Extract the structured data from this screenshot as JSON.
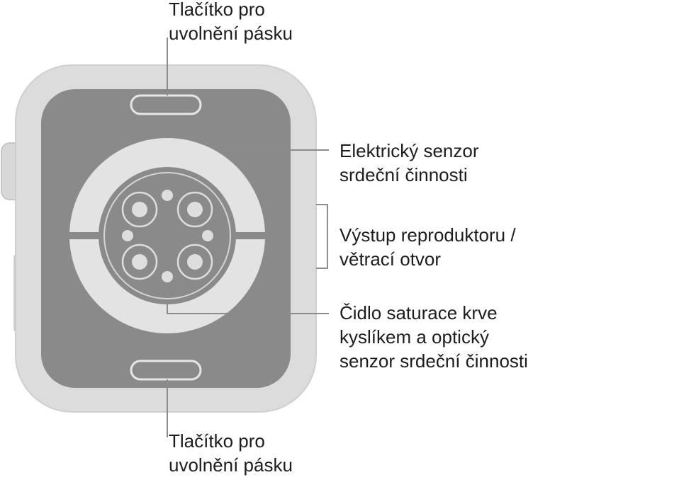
{
  "labels": {
    "band_release_top": [
      "Tlačítko pro",
      "uvolnění pásku"
    ],
    "electrical_sensor": [
      "Elektrický senzor",
      "srdeční činnosti"
    ],
    "speaker_vent": [
      "Výstup reproduktoru /",
      "větrací otvor"
    ],
    "optical_sensor": [
      "Čidlo saturace krve",
      "kyslíkem a optický",
      "senzor srdeční činnosti"
    ],
    "band_release_bottom": [
      "Tlačítko pro",
      "uvolnění pásku"
    ]
  },
  "colors": {
    "case_outer": "#dcdcdc",
    "case_edge": "#c8c8c8",
    "back_panel": "#8a8a8a",
    "ring": "#e3e3e3",
    "sensor_center": "#8a8a8a",
    "sensor_lens": "#d6d6d6",
    "leader_line": "#8c8c8c"
  }
}
